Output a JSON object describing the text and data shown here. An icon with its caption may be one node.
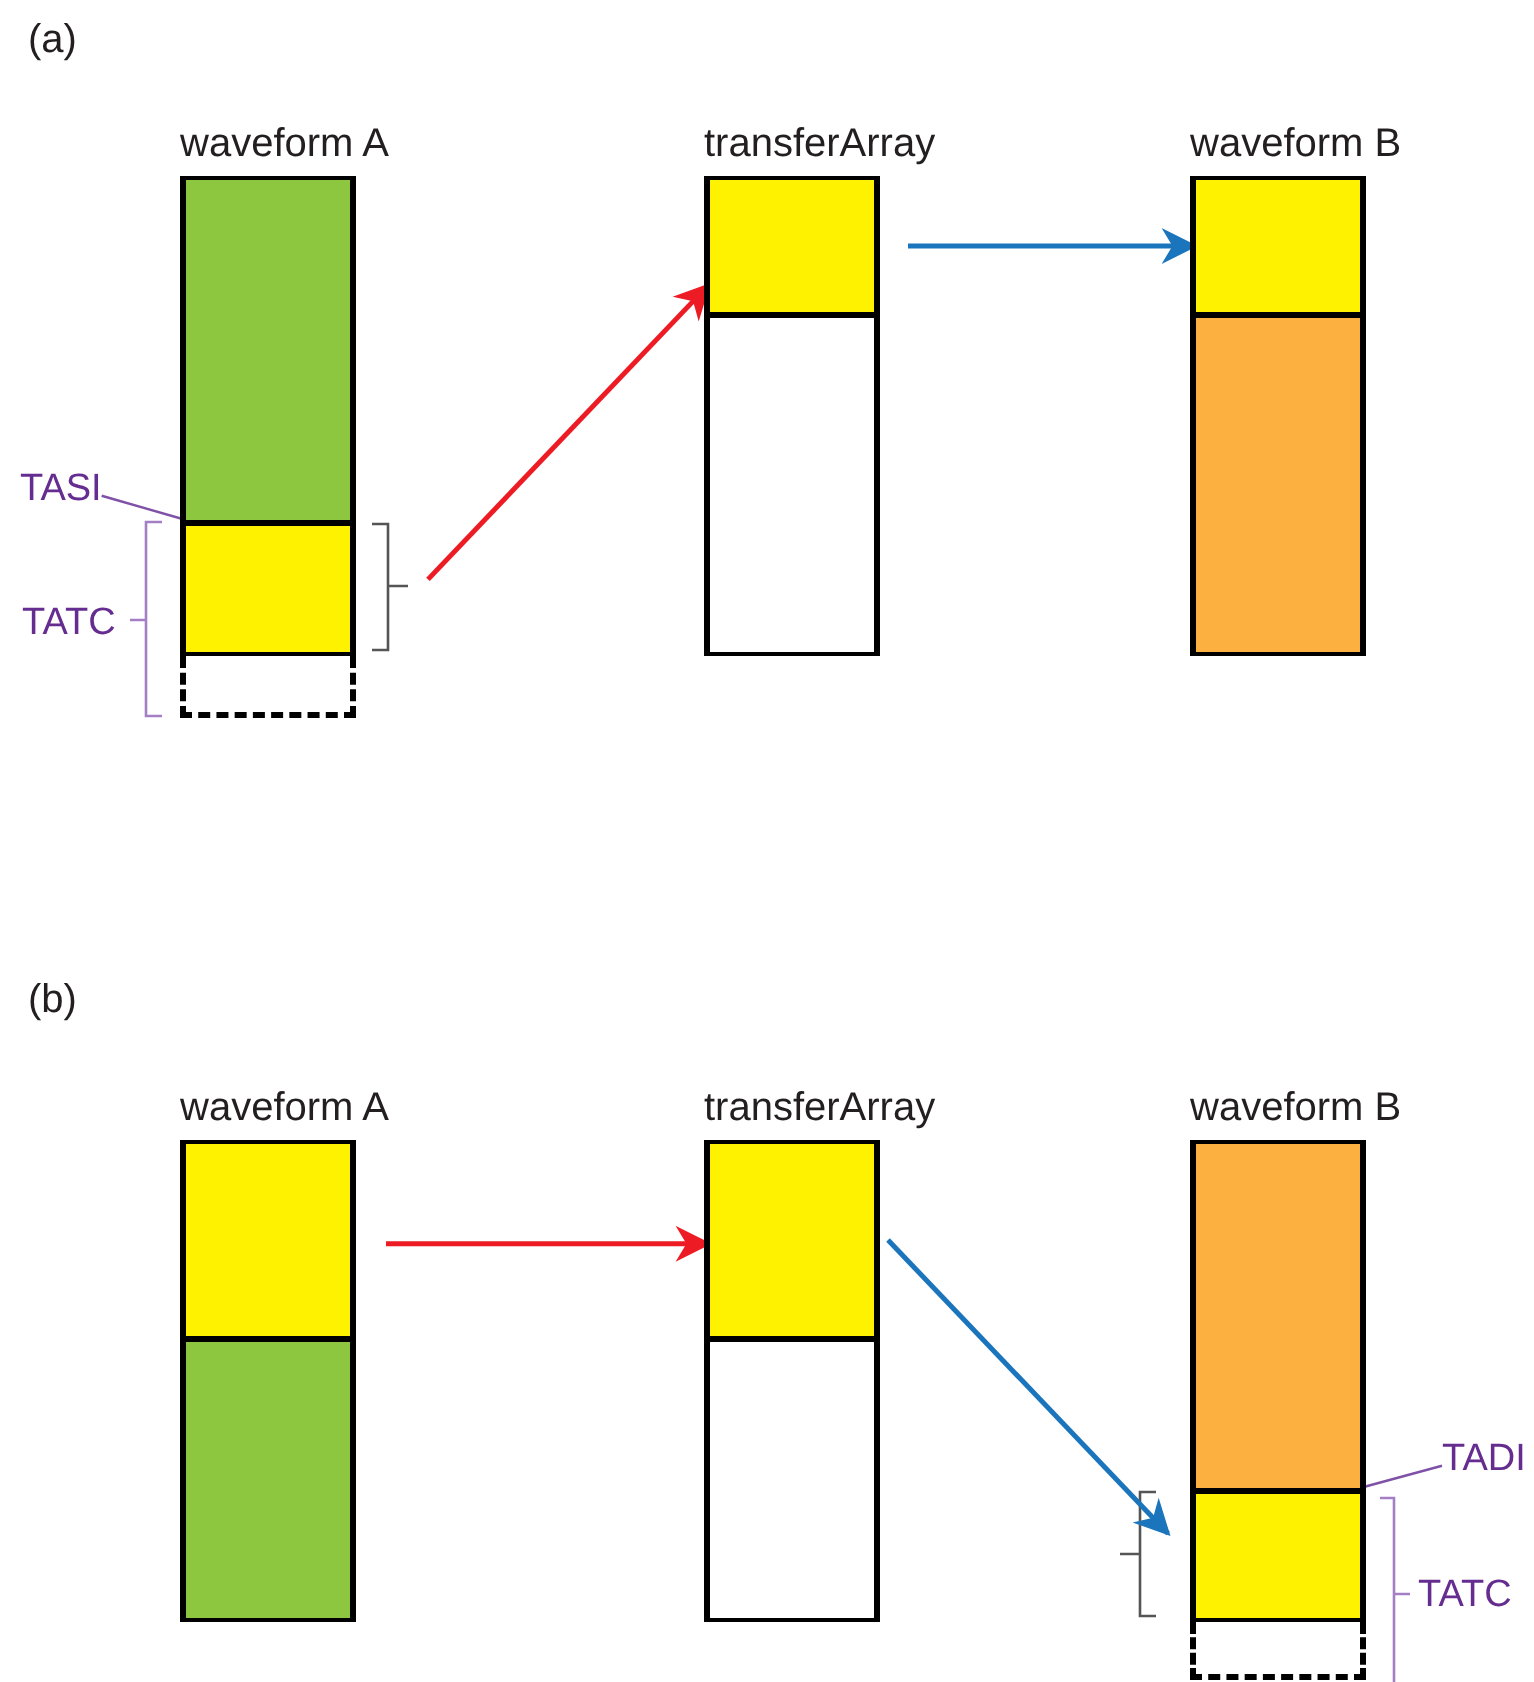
{
  "diagram": {
    "nodes": [
      {
        "text": [
          "waveform A"
        ]
      },
      {
        "text": [],
        "shape": "box",
        "in": 0
      },
      {
        "text": [],
        "shape": "box",
        "in": 0
      },
      {
        "text": [],
        "shape": "box"
      },
      {
        "text": [
          "TASI"
        ]
      },
      {
        "text": [
          "transferArray"
        ]
      },
      {
        "text": [],
        "shape": "box",
        "in": 5
      },
      {
        "text": [],
        "shape": "box",
        "in": 5
      },
      {
        "text": [
          "waveform B"
        ]
      },
      {
        "text": [],
        "shape": "box",
        "in": 8
      },
      {
        "text": [],
        "shape": "box",
        "in": 8
      },
      {
        "text": [
          "waveform A"
        ]
      },
      {
        "text": [],
        "shape": "box",
        "in": 11
      },
      {
        "text": [],
        "shape": "box",
        "in": 11
      },
      {
        "text": [
          "transferArray"
        ]
      },
      {
        "text": [],
        "shape": "box",
        "in": 14
      },
      {
        "text": [],
        "shape": "box",
        "in": 14
      },
      {
        "text": [
          "waveform B"
        ]
      },
      {
        "text": [],
        "shape": "box",
        "in": 17
      },
      {
        "text": [],
        "shape": "box",
        "in": 17
      },
      {
        "text": [],
        "shape": "box"
      },
      {
        "text": [
          "TADI"
        ]
      }
    ],
    "edges": [
      {
        "from": 2,
        "to": 6,
        "arrow": "to",
        "color": "#ed1c24"
      },
      {
        "from": 6,
        "to": 9,
        "arrow": "to",
        "color": "#1b75bc"
      },
      {
        "from": 4,
        "to": 2,
        "arrow": "none",
        "color": "#7f52a8"
      },
      {
        "from": 12,
        "to": 15,
        "arrow": "to",
        "color": "#ed1c24"
      },
      {
        "from": 15,
        "to": 19,
        "arrow": "to",
        "color": "#1b75bc"
      },
      {
        "from": 21,
        "to": 19,
        "arrow": "none",
        "color": "#7f52a8"
      }
    ],
    "labels": [
      "(a)",
      "TATC",
      "(b)",
      "TATC"
    ]
  }
}
